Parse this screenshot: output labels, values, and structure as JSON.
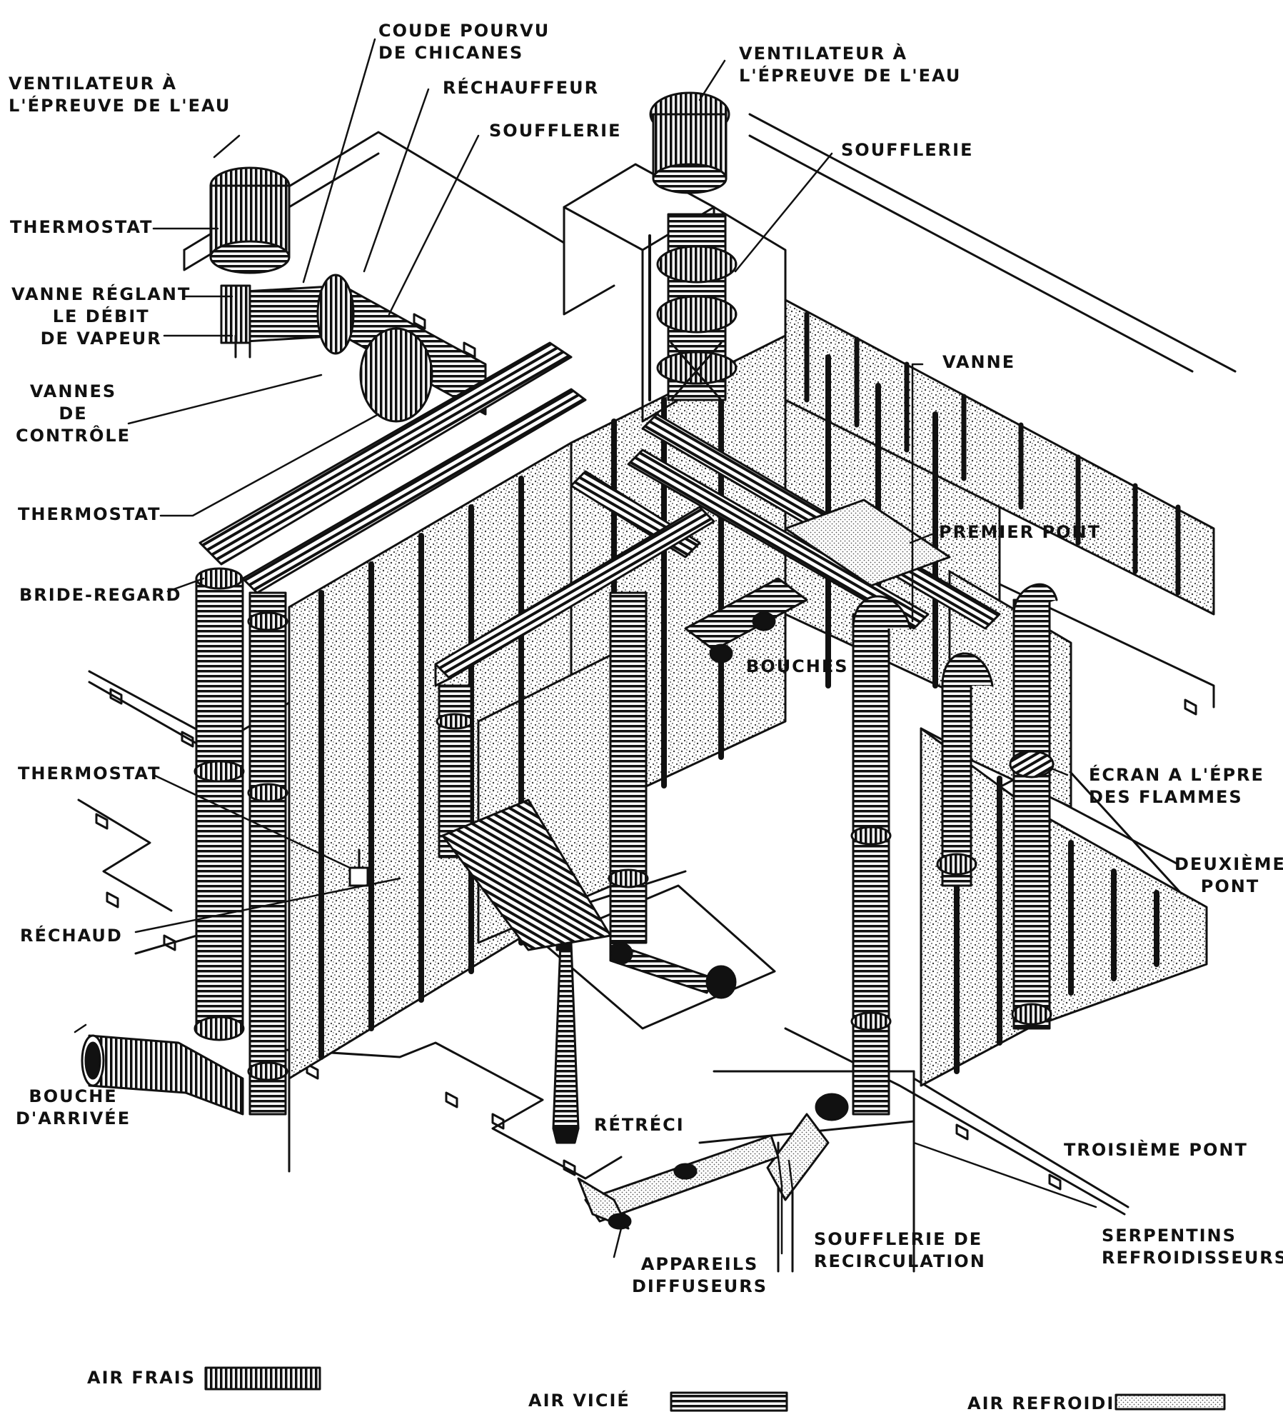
{
  "labels": {
    "ventilateur_left": [
      "VENTILATEUR À",
      "L'ÉPREUVE DE L'EAU"
    ],
    "coude": [
      "COUDE POURVU",
      "DE CHICANES"
    ],
    "rechauffeur": "RÉCHAUFFEUR",
    "soufflerie_left": "SOUFFLERIE",
    "ventilateur_right": [
      "VENTILATEUR À",
      "L'ÉPREUVE DE L'EAU"
    ],
    "soufflerie_right": "SOUFFLERIE",
    "thermostat_1": "THERMOSTAT",
    "vanne_reglant": [
      "VANNE RÉGLANT",
      "LE DÉBIT",
      "DE VAPEUR"
    ],
    "vannes_controle": [
      "VANNES",
      "DE",
      "CONTRÔLE"
    ],
    "thermostat_2": "THERMOSTAT",
    "bride_regard": "BRIDE-REGARD",
    "vanne": "VANNE",
    "premier_pont": "PREMIER PONT",
    "bouches": "BOUCHES",
    "thermostat_3": "THERMOSTAT",
    "ecran": [
      "ÉCRAN A L'ÉPRE",
      "DES FLAMMES"
    ],
    "deuxieme_pont": [
      "DEUXIÈME",
      "PONT"
    ],
    "rechaud": "RÉCHAUD",
    "retreci": "RÉTRÉCI",
    "bouche_arrivee": [
      "BOUCHE",
      "D'ARRIVÉE"
    ],
    "troisieme_pont": "TROISIÈME PONT",
    "soufflerie_recirc": [
      "SOUFFLERIE DE",
      "RECIRCULATION"
    ],
    "serpentins": [
      "SERPENTINS",
      "REFROIDISSEURS"
    ],
    "appareils": [
      "APPAREILS",
      "DIFFUSEURS"
    ]
  },
  "legend": [
    {
      "label": "AIR FRAIS",
      "pattern": "vertical-stripes"
    },
    {
      "label": "AIR VICIÉ",
      "pattern": "horizontal-stripes"
    },
    {
      "label": "AIR REFROIDI",
      "pattern": "stipple"
    }
  ],
  "colors": {
    "ink": "#111111",
    "paper": "#ffffff",
    "stipple": "#9a9a9a"
  }
}
